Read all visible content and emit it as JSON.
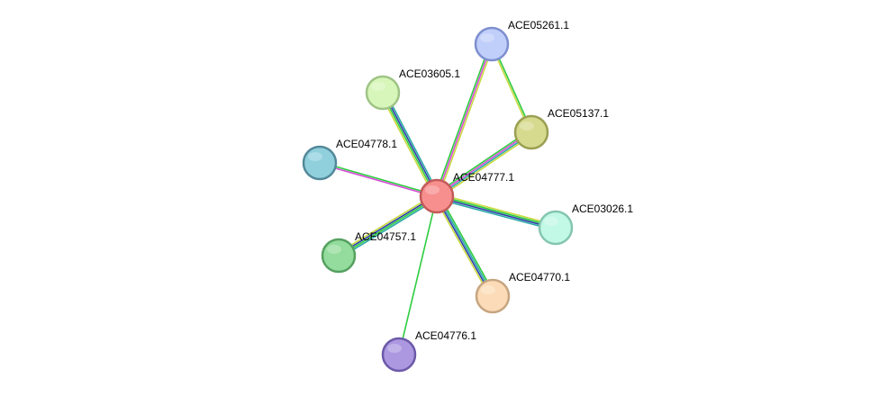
{
  "network": {
    "center": "ACE04777.1",
    "nodes": [
      {
        "id": "ACE04777.1",
        "label": "ACE04777.1",
        "fill": "#f78f8f",
        "stroke": "#c25a5a"
      },
      {
        "id": "ACE05261.1",
        "label": "ACE05261.1",
        "fill": "#c0cefa",
        "stroke": "#7d8fcf"
      },
      {
        "id": "ACE03605.1",
        "label": "ACE03605.1",
        "fill": "#d7f6b9",
        "stroke": "#9fc486"
      },
      {
        "id": "ACE05137.1",
        "label": "ACE05137.1",
        "fill": "#d6da8e",
        "stroke": "#9a9f52"
      },
      {
        "id": "ACE04778.1",
        "label": "ACE04778.1",
        "fill": "#90d0dd",
        "stroke": "#53899a"
      },
      {
        "id": "ACE03026.1",
        "label": "ACE03026.1",
        "fill": "#c2f9e6",
        "stroke": "#84c6ae"
      },
      {
        "id": "ACE04757.1",
        "label": "ACE04757.1",
        "fill": "#94dc9d",
        "stroke": "#55a060"
      },
      {
        "id": "ACE04770.1",
        "label": "ACE04770.1",
        "fill": "#fcdcb8",
        "stroke": "#c6a580"
      },
      {
        "id": "ACE04776.1",
        "label": "ACE04776.1",
        "fill": "#ac98e0",
        "stroke": "#6c59a8"
      }
    ],
    "edges": [
      {
        "source": "ACE04777.1",
        "target": "ACE05261.1",
        "colors": [
          "#2ecc40",
          "#d64bd6",
          "#c9d941"
        ]
      },
      {
        "source": "ACE04777.1",
        "target": "ACE03605.1",
        "colors": [
          "#c9d941",
          "#2ecc40",
          "#2c3ea8",
          "#2ca8a8"
        ]
      },
      {
        "source": "ACE04777.1",
        "target": "ACE05137.1",
        "colors": [
          "#2ecc40",
          "#d64bd6",
          "#2ca8a8",
          "#c9d941"
        ]
      },
      {
        "source": "ACE04777.1",
        "target": "ACE04778.1",
        "colors": [
          "#d64bd6",
          "#2ecc40"
        ]
      },
      {
        "source": "ACE04777.1",
        "target": "ACE03026.1",
        "colors": [
          "#c9d941",
          "#2ecc40",
          "#2c3ea8",
          "#2ca8a8"
        ]
      },
      {
        "source": "ACE04777.1",
        "target": "ACE04757.1",
        "colors": [
          "#2ca8a8",
          "#2ecc40",
          "#2c3ea8",
          "#c9d941"
        ]
      },
      {
        "source": "ACE04777.1",
        "target": "ACE04770.1",
        "colors": [
          "#2ecc40",
          "#2ca8a8",
          "#2c3ea8",
          "#c9d941"
        ]
      },
      {
        "source": "ACE04777.1",
        "target": "ACE04776.1",
        "colors": [
          "#2ecc40"
        ]
      },
      {
        "source": "ACE05261.1",
        "target": "ACE05137.1",
        "colors": [
          "#2ecc40",
          "#c9d941"
        ]
      }
    ]
  }
}
